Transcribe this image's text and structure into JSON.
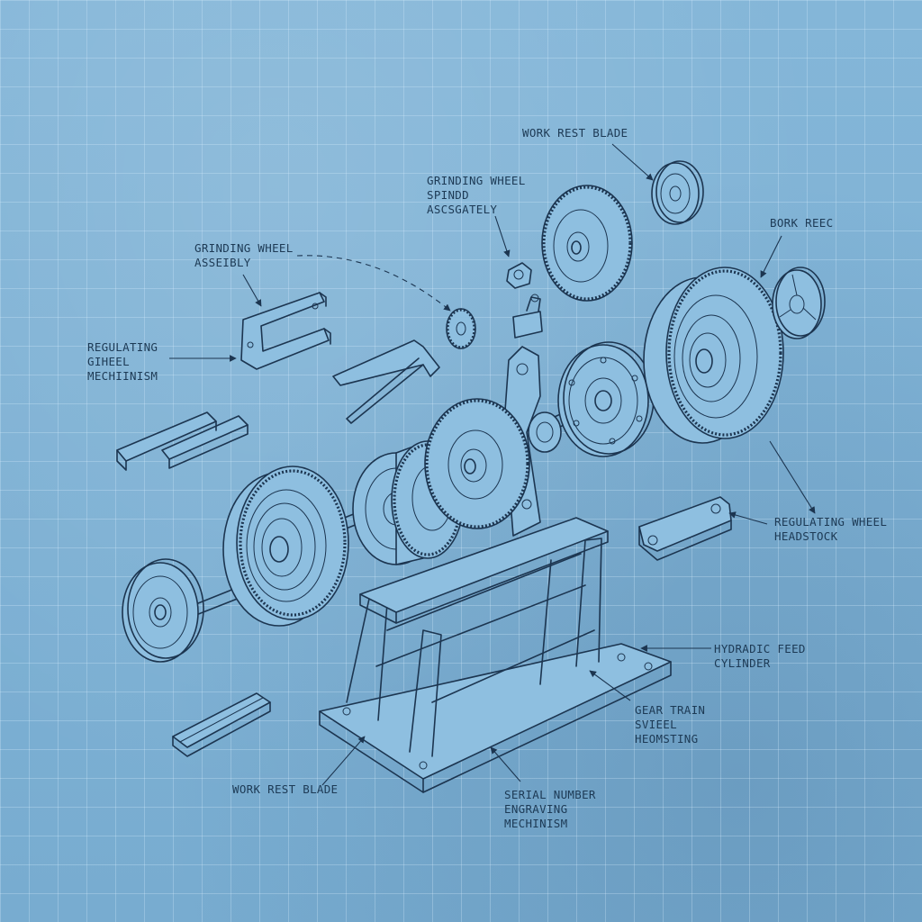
{
  "labels": {
    "work_rest_blade_top": [
      "WORK REST BLADE"
    ],
    "grinding_spindle": [
      "GRINDING WHEEL",
      "SPINDD",
      "ASCSGATELY"
    ],
    "bork_reec": [
      "BORK REEC"
    ],
    "grinding_assembly": [
      "GRINDING WHEEL",
      "ASSEIBLY"
    ],
    "regulating_mechanism": [
      "REGULATING",
      "GIHEEL",
      "MECHIINISM"
    ],
    "regulating_headstock": [
      "REGULATING WHEEL",
      "HEADSTOCK"
    ],
    "hydraulic_feed": [
      "HYDRADIC FEED",
      "CYLINDER"
    ],
    "gear_train": [
      "GEAR TRAIN",
      "SVIEEL",
      "HEOMSTING"
    ],
    "work_rest_blade_bottom": [
      "WORK REST BLADE"
    ],
    "serial_number": [
      "SERIAL NUMBER",
      "ENGRAVING",
      "MECHINISM"
    ]
  },
  "colors": {
    "ink": "#1c3550",
    "paper": "#7fb1d4"
  }
}
